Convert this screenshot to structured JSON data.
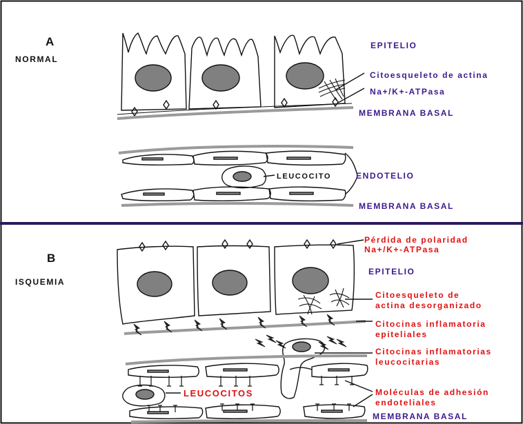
{
  "colors": {
    "purple": "#3c1a8c",
    "red": "#e01010",
    "outline": "#111111",
    "nucleus": "#808080",
    "membrane": "#9a9a9a",
    "divider": "#2a1a5c"
  },
  "panel_a": {
    "letter": "A",
    "title": "NORMAL",
    "labels": {
      "epitelio": "EPITELIO",
      "citoesqueleto": "Citoesqueleto de actina",
      "atpasa": "Na+/K+-ATPasa",
      "membrana_basal_1": "MEMBRANA BASAL",
      "leucocito": "LEUCOCITO",
      "endotelio": "ENDOTELIO",
      "membrana_basal_2": "MEMBRANA BASAL"
    }
  },
  "panel_b": {
    "letter": "B",
    "title": "ISQUEMIA",
    "labels": {
      "polaridad_1": "Pérdida de polaridad",
      "polaridad_2": "Na+/K+-ATPasa",
      "epitelio": "EPITELIO",
      "citoesq_1": "Citoesqueleto de",
      "citoesq_2": "actina desorganizado",
      "cit_epit_1": "Citocinas inflamatoria",
      "cit_epit_2": "epiteliales",
      "cit_leuc_1": "Citocinas inflamatorias",
      "cit_leuc_2": "leucocitarias",
      "leucocitos": "LEUCOCITOS",
      "adhesion_1": "Moléculas de adhesión",
      "adhesion_2": "endoteliales",
      "membrana_basal": "MEMBRANA BASAL"
    }
  }
}
